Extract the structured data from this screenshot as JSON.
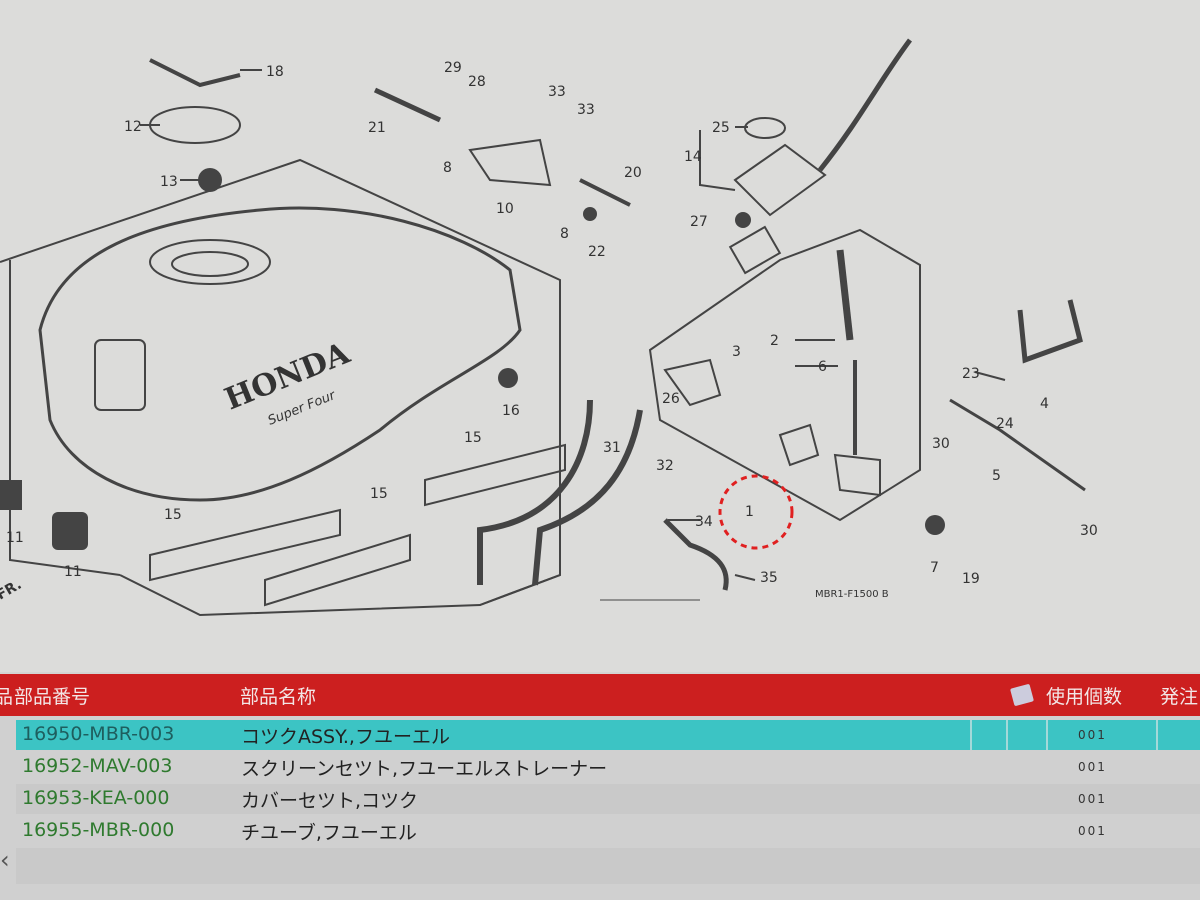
{
  "diagram": {
    "brand_text": "HONDA",
    "sub_brand_text": "Super Four",
    "front_indicator": "FR.",
    "diagram_code": "MBR1-F1500 B",
    "highlight_color": "#e02020",
    "callouts": [
      "18",
      "12",
      "13",
      "29",
      "28",
      "33",
      "33",
      "21",
      "8",
      "10",
      "20",
      "8",
      "22",
      "25",
      "14",
      "27",
      "2",
      "3",
      "6",
      "26",
      "16",
      "15",
      "15",
      "15",
      "31",
      "32",
      "34",
      "1",
      "35",
      "23",
      "4",
      "24",
      "30",
      "5",
      "30",
      "7",
      "19",
      "11",
      "11"
    ]
  },
  "table": {
    "header": {
      "prefix": "品",
      "part_number": "部品番号",
      "part_name": "部品名称",
      "quantity": "使用個数",
      "order": "発注"
    },
    "rows": [
      {
        "part_number": "16950-MBR-003",
        "part_name": "コツクASSY.,フユーエル",
        "quantity": "001",
        "selected": true
      },
      {
        "part_number": "16952-MAV-003",
        "part_name": "スクリーンセツト,フユーエルストレーナー",
        "quantity": "001"
      },
      {
        "part_number": "16953-KEA-000",
        "part_name": "カバーセツト,コツク",
        "quantity": "001"
      },
      {
        "part_number": "16955-MBR-000",
        "part_name": "チユーブ,フユーエル",
        "quantity": "001"
      }
    ],
    "scroll_left": "‹"
  }
}
